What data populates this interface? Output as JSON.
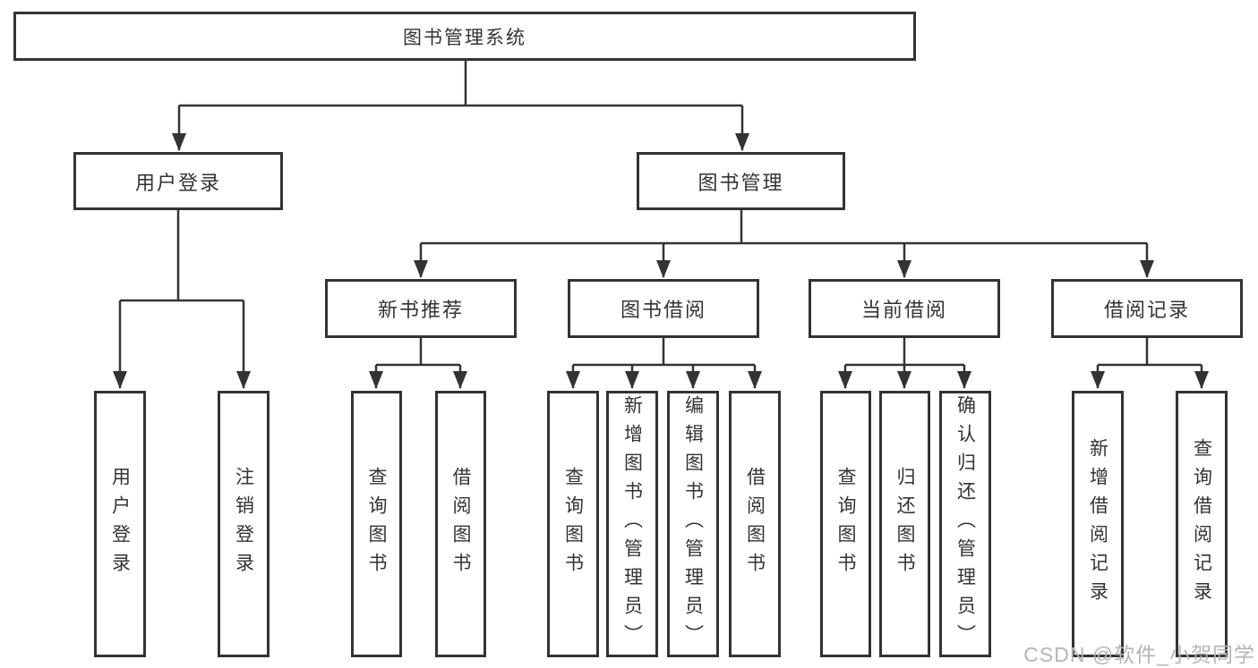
{
  "tree": {
    "root": {
      "label": "图书管理系统"
    },
    "branches": [
      {
        "label": "用户登录",
        "children": [
          {
            "label": "用户登录"
          },
          {
            "label": "注销登录"
          }
        ]
      },
      {
        "label": "图书管理",
        "children": [
          {
            "label": "新书推荐",
            "children": [
              {
                "label": "查询图书"
              },
              {
                "label": "借阅图书"
              }
            ]
          },
          {
            "label": "图书借阅",
            "children": [
              {
                "label": "查询图书"
              },
              {
                "label": "新增图书（管理员）"
              },
              {
                "label": "编辑图书（管理员）"
              },
              {
                "label": "借阅图书"
              }
            ]
          },
          {
            "label": "当前借阅",
            "children": [
              {
                "label": "查询图书"
              },
              {
                "label": "归还图书"
              },
              {
                "label": "确认归还（管理员）"
              }
            ]
          },
          {
            "label": "借阅记录",
            "children": [
              {
                "label": "新增借阅记录"
              },
              {
                "label": "查询借阅记录"
              }
            ]
          }
        ]
      }
    ]
  },
  "watermark": {
    "text": "CSDN @软件_小贺同学"
  },
  "colors": {
    "line": "#333333",
    "text": "#333333",
    "box_fill": "#ffffff",
    "watermark": "#b5b5b5"
  }
}
